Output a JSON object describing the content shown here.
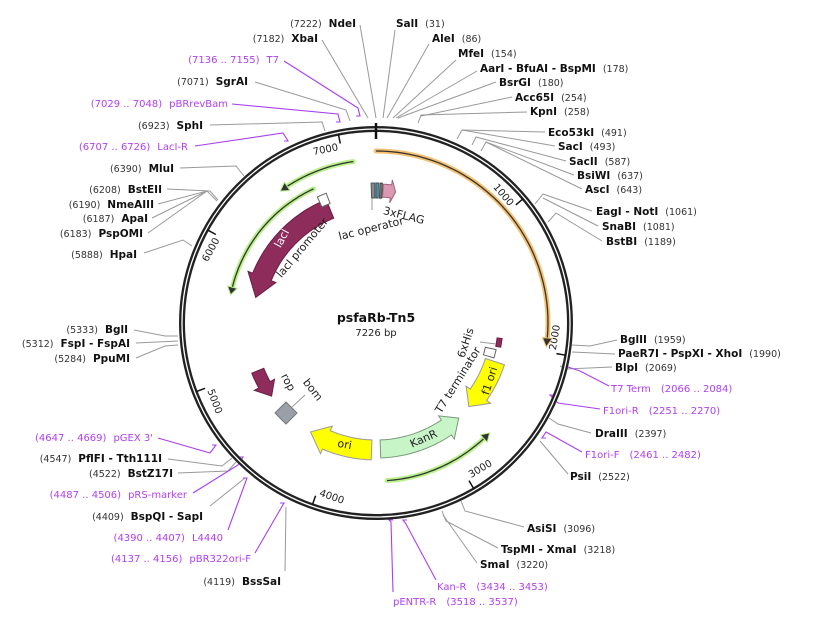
{
  "map": {
    "title": "psfaRb-Tn5",
    "length": "7226 bp"
  },
  "ticks": [
    "1000",
    "2000",
    "3000",
    "4000",
    "5000",
    "6000",
    "7000"
  ],
  "features": [
    {
      "name": "lacI"
    },
    {
      "name": "lacI promoter"
    },
    {
      "name": "lac operator"
    },
    {
      "name": "3xFLAG"
    },
    {
      "name": "6xHis"
    },
    {
      "name": "T7 terminator"
    },
    {
      "name": "f1 ori"
    },
    {
      "name": "KanR"
    },
    {
      "name": "ori"
    },
    {
      "name": "rop"
    },
    {
      "name": "bom"
    }
  ],
  "sites": [
    {
      "name": "NdeI",
      "pos": "(7222)"
    },
    {
      "name": "XbaI",
      "pos": "(7182)"
    },
    {
      "name": "SgrAI",
      "pos": "(7071)"
    },
    {
      "name": "SphI",
      "pos": "(6923)"
    },
    {
      "name": "MluI",
      "pos": "(6390)"
    },
    {
      "name": "BstEII",
      "pos": "(6208)"
    },
    {
      "name": "NmeAIII",
      "pos": "(6190)"
    },
    {
      "name": "ApaI",
      "pos": "(6187)"
    },
    {
      "name": "PspOMI",
      "pos": "(6183)"
    },
    {
      "name": "HpaI",
      "pos": "(5888)"
    },
    {
      "name": "BglI",
      "pos": "(5333)"
    },
    {
      "name": "FspI - FspAI",
      "pos": "(5312)"
    },
    {
      "name": "PpuMI",
      "pos": "(5284)"
    },
    {
      "name": "PflFI - Tth111I",
      "pos": "(4547)"
    },
    {
      "name": "BstZ17I",
      "pos": "(4522)"
    },
    {
      "name": "BspQI - SapI",
      "pos": "(4409)"
    },
    {
      "name": "BssSaI",
      "pos": "(4119)"
    },
    {
      "name": "SalI",
      "pos": "(31)"
    },
    {
      "name": "AleI",
      "pos": "(86)"
    },
    {
      "name": "MfeI",
      "pos": "(154)"
    },
    {
      "name": "AarI - BfuAI - BspMI",
      "pos": "(178)"
    },
    {
      "name": "BsrGI",
      "pos": "(180)"
    },
    {
      "name": "Acc65I",
      "pos": "(254)"
    },
    {
      "name": "KpnI",
      "pos": "(258)"
    },
    {
      "name": "Eco53kI",
      "pos": "(491)"
    },
    {
      "name": "SacI",
      "pos": "(493)"
    },
    {
      "name": "SacII",
      "pos": "(587)"
    },
    {
      "name": "BsiWI",
      "pos": "(637)"
    },
    {
      "name": "AscI",
      "pos": "(643)"
    },
    {
      "name": "EagI - NotI",
      "pos": "(1061)"
    },
    {
      "name": "SnaBI",
      "pos": "(1081)"
    },
    {
      "name": "BstBI",
      "pos": "(1189)"
    },
    {
      "name": "BglII",
      "pos": "(1959)"
    },
    {
      "name": "PaeR7I - PspXI - XhoI",
      "pos": "(1990)"
    },
    {
      "name": "BlpI",
      "pos": "(2069)"
    },
    {
      "name": "DraIII",
      "pos": "(2397)"
    },
    {
      "name": "PsiI",
      "pos": "(2522)"
    },
    {
      "name": "AsiSI",
      "pos": "(3096)"
    },
    {
      "name": "TspMI - XmaI",
      "pos": "(3218)"
    },
    {
      "name": "SmaI",
      "pos": "(3220)"
    }
  ],
  "primers": [
    {
      "name": "T7",
      "range": "(7136 .. 7155)"
    },
    {
      "name": "pBRrevBam",
      "range": "(7029 .. 7048)"
    },
    {
      "name": "LacI-R",
      "range": "(6707 .. 6726)"
    },
    {
      "name": "pGEX 3'",
      "range": "(4647 .. 4669)"
    },
    {
      "name": "pRS-marker",
      "range": "(4487 .. 4506)"
    },
    {
      "name": "L4440",
      "range": "(4390 .. 4407)"
    },
    {
      "name": "pBR322ori-F",
      "range": "(4137 .. 4156)"
    },
    {
      "name": "T7 Term",
      "range": "(2066 .. 2084)"
    },
    {
      "name": "F1ori-R",
      "range": "(2251 .. 2270)"
    },
    {
      "name": "F1ori-F",
      "range": "(2461 .. 2482)"
    },
    {
      "name": "Kan-R",
      "range": "(3434 .. 3453)"
    },
    {
      "name": "pENTR-R",
      "range": "(3518 .. 3537)"
    }
  ],
  "colors": {
    "primer": "#b040f0",
    "lacI": "#8e2c5c",
    "kanR": "#c8f5c8",
    "ori": "#ffff00",
    "orange_arc": "#f5c070",
    "green_arc": "#b8f08a"
  }
}
